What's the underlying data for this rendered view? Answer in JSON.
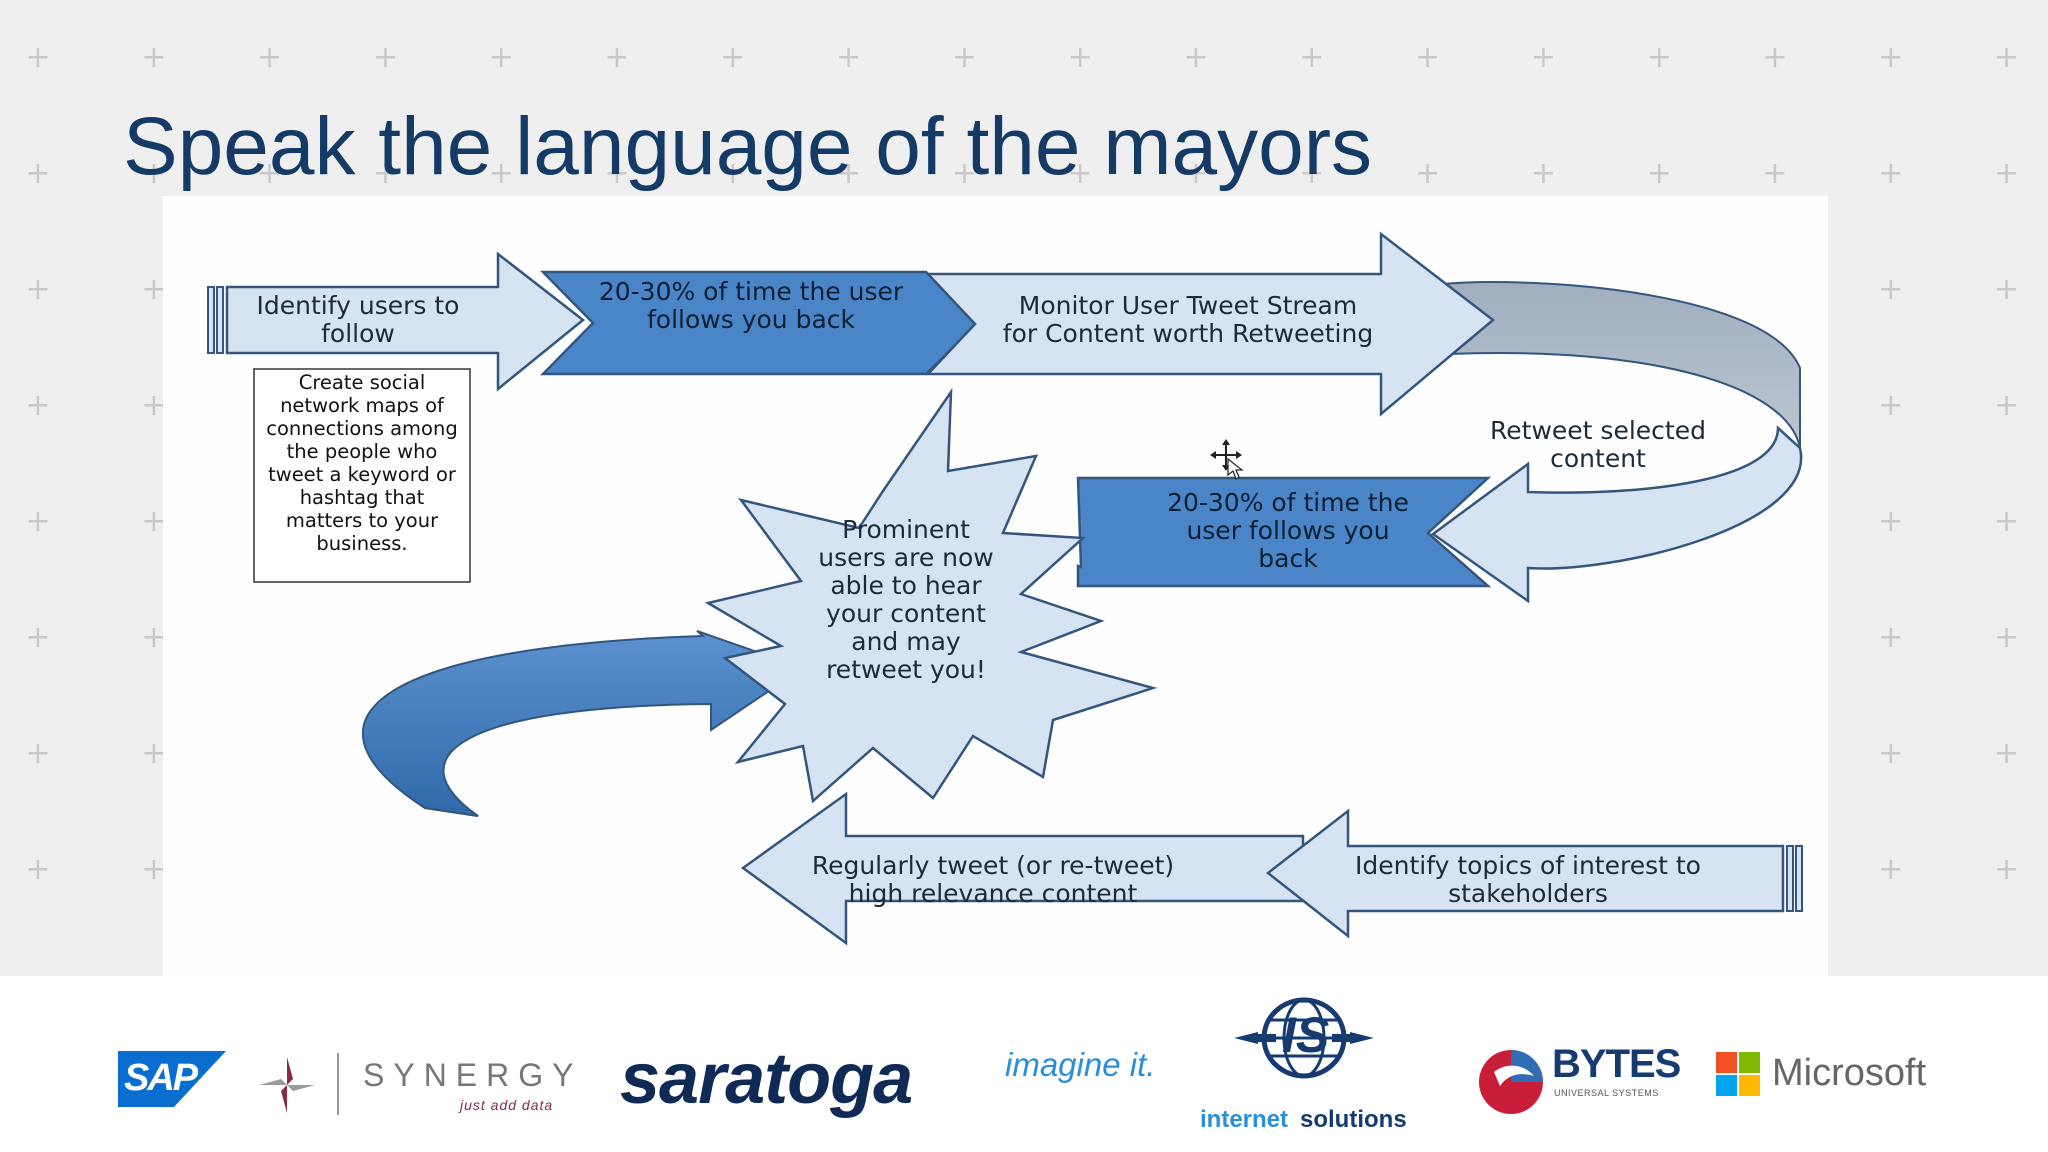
{
  "slide": {
    "title": "Speak the language of the mayors"
  },
  "diagram": {
    "identify_users": "Identify users to follow",
    "follow_rate_top": "20-30% of time the user follows you back",
    "monitor_stream": "Monitor User Tweet Stream for Content worth Retweeting",
    "social_maps_note": "Create social network maps of connections among the people who tweet a keyword or hashtag that matters to your business.",
    "retweet_selected": "Retweet selected content",
    "follow_rate_mid": "20-30% of time the user follows you back",
    "prominent_users": "Prominent users are now able to hear your content and may retweet you!",
    "regularly_tweet": "Regularly tweet (or re-tweet) high relevance content",
    "identify_topics": "Identify topics of interest to stakeholders"
  },
  "sponsors": {
    "sap": "SAP",
    "synergy_name": "SYNERGY",
    "synergy_tagline": "just add data",
    "saratoga": "saratoga",
    "imagine": "imagine it.",
    "is_mark": "IS",
    "is_internet": "internet",
    "is_solutions": "solutions",
    "bytes_name": "BYTES",
    "bytes_sub": "UNIVERSAL SYSTEMS",
    "microsoft": "Microsoft"
  },
  "colors": {
    "title": "#143a66",
    "light_arrow": "#d5e3f3",
    "dark_arrow": "#4a86c7",
    "outline": "#34567d",
    "grey_band": "#a9b4c1",
    "sap_blue": "#0a6ed1",
    "saratoga_navy": "#0f2a55",
    "microsoft_red": "#f25022",
    "microsoft_green": "#7fba00",
    "microsoft_blue": "#00a4ef",
    "microsoft_yellow": "#ffb900"
  }
}
